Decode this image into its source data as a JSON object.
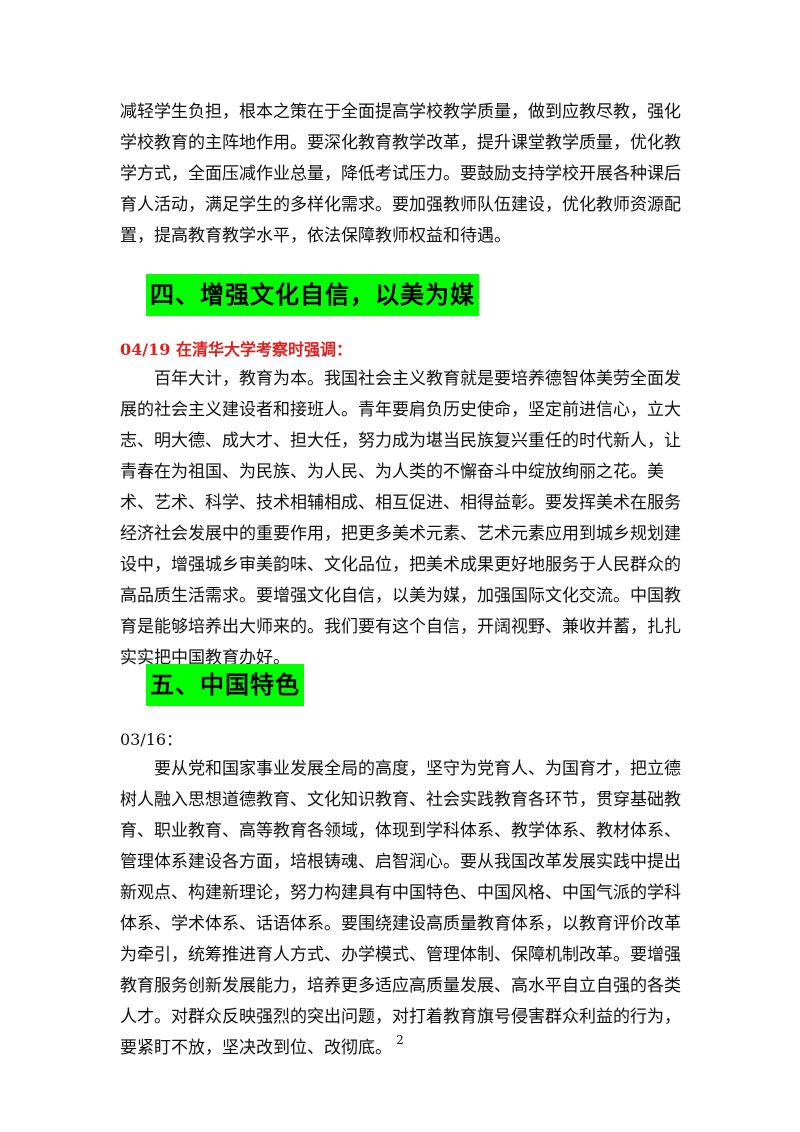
{
  "paragraph_top": "减轻学生负担，根本之策在于全面提高学校教学质量，做到应教尽教，强化学校教育的主阵地作用。要深化教育教学改革，提升课堂教学质量，优化教学方式，全面压减作业总量，降低考试压力。要鼓励支持学校开展各种课后育人活动，满足学生的多样化需求。要加强教师队伍建设，优化教师资源配置，提高教育教学水平，依法保障教师权益和待遇。",
  "section4": {
    "heading": "四、增强文化自信，以美为媒",
    "dateline": "04/19 在清华大学考察时强调：",
    "body": "百年大计，教育为本。我国社会主义教育就是要培养德智体美劳全面发展的社会主义建设者和接班人。青年要肩负历史使命，坚定前进信心，立大志、明大德、成大才、担大任，努力成为堪当民族复兴重任的时代新人，让青春在为祖国、为民族、为人民、为人类的不懈奋斗中绽放绚丽之花。美术、艺术、科学、技术相辅相成、相互促进、相得益彰。要发挥美术在服务经济社会发展中的重要作用，把更多美术元素、艺术元素应用到城乡规划建设中，增强城乡审美韵味、文化品位，把美术成果更好地服务于人民群众的高品质生活需求。要增强文化自信，以美为媒，加强国际文化交流。中国教育是能够培养出大师来的。我们要有这个自信，开阔视野、兼收并蓄，扎扎实实把中国教育办好。"
  },
  "section5": {
    "heading": "五、中国特色",
    "dateline": "03/16：",
    "body": "要从党和国家事业发展全局的高度，坚守为党育人、为国育才，把立德树人融入思想道德教育、文化知识教育、社会实践教育各环节，贯穿基础教育、职业教育、高等教育各领域，体现到学科体系、教学体系、教材体系、管理体系建设各方面，培根铸魂、启智润心。要从我国改革发展实践中提出新观点、构建新理论，努力构建具有中国特色、中国风格、中国气派的学科体系、学术体系、话语体系。要围绕建设高质量教育体系，以教育评价改革为牵引，统筹推进育人方式、办学模式、管理体制、保障机制改革。要增强教育服务创新发展能力，培养更多适应高质量发展、高水平自立自强的各类人才。对群众反映强烈的突出问题，对打着教育旗号侵害群众利益的行为，要紧盯不放，坚决改到位、改彻底。"
  },
  "page_number": "2"
}
